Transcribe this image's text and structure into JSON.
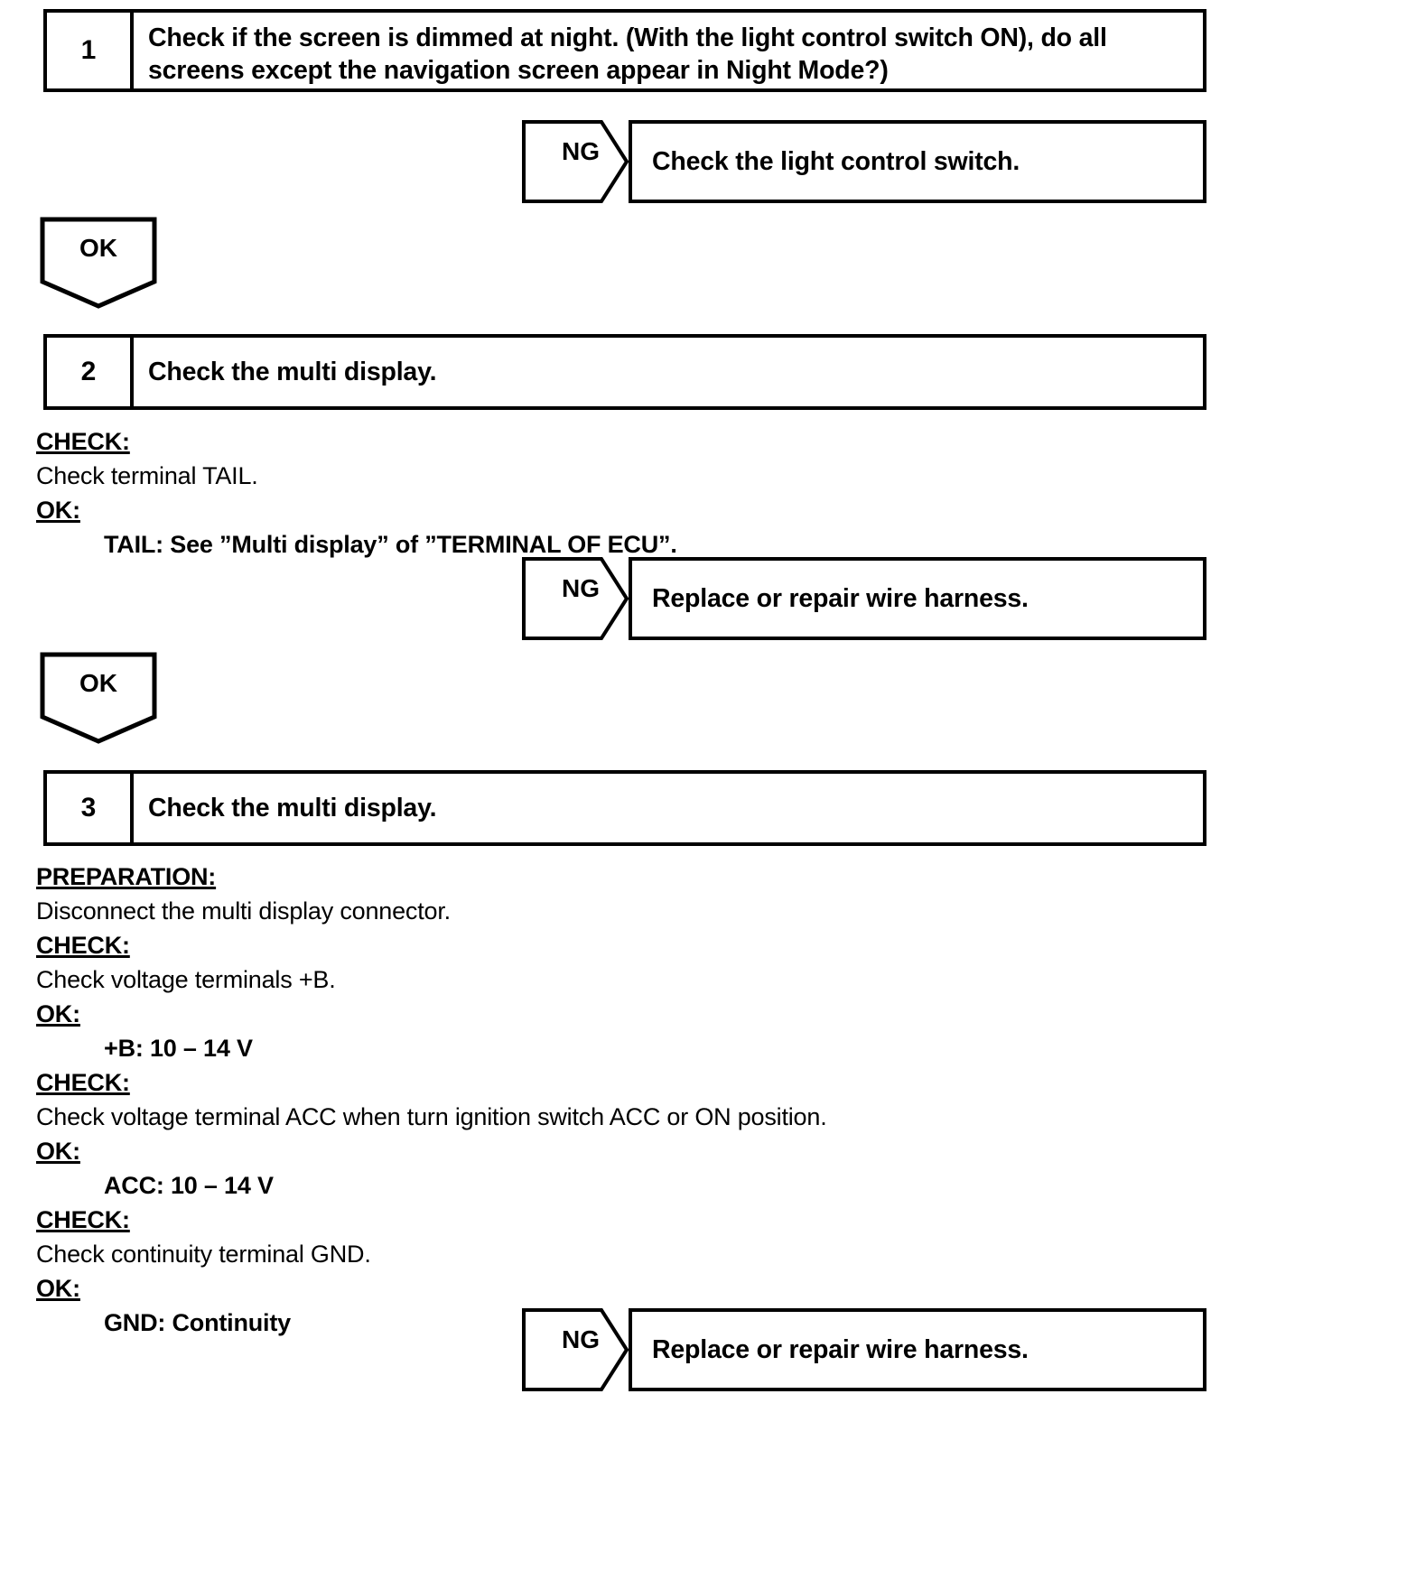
{
  "document": {
    "type": "troubleshooting-flowchart",
    "title": "Multi display troubleshooting flow"
  },
  "steps": [
    {
      "number": "1",
      "text": "Check if the screen is dimmed at night. (With the light control switch ON), do all screens except the navigation screen appear in Night Mode?)"
    },
    {
      "number": "2",
      "text": "Check the multi display."
    },
    {
      "number": "3",
      "text": "Check the multi display."
    }
  ],
  "branches": [
    {
      "label": "NG",
      "result": "Check the light control switch."
    },
    {
      "label": "NG",
      "result": "Replace or repair wire harness."
    },
    {
      "label": "NG",
      "result": "Replace or repair wire harness."
    }
  ],
  "ok_connectors": [
    {
      "label": "OK"
    },
    {
      "label": "OK"
    }
  ],
  "detail_blocks": [
    {
      "id": "step2-details",
      "lines": [
        {
          "style": "head",
          "text": "CHECK:"
        },
        {
          "style": "plain",
          "text": "Check terminal TAIL."
        },
        {
          "style": "head",
          "text": "OK:"
        },
        {
          "style": "spec",
          "text": "TAIL: See ”Multi display” of ”TERMINAL OF ECU”."
        }
      ]
    },
    {
      "id": "step3-details",
      "lines": [
        {
          "style": "head",
          "text": "PREPARATION:"
        },
        {
          "style": "plain",
          "text": "Disconnect the multi display connector."
        },
        {
          "style": "head",
          "text": "CHECK:"
        },
        {
          "style": "plain",
          "text": "Check voltage terminals +B."
        },
        {
          "style": "head",
          "text": "OK:"
        },
        {
          "style": "spec",
          "text": "+B: 10 – 14 V"
        },
        {
          "style": "head",
          "text": "CHECK:"
        },
        {
          "style": "plain",
          "text": "Check voltage terminal ACC when turn ignition switch ACC or ON position."
        },
        {
          "style": "head",
          "text": "OK:"
        },
        {
          "style": "spec",
          "text": "ACC: 10 – 14 V"
        },
        {
          "style": "head",
          "text": "CHECK:"
        },
        {
          "style": "plain",
          "text": "Check continuity terminal GND."
        },
        {
          "style": "head",
          "text": "OK:"
        },
        {
          "style": "spec",
          "text": "GND: Continuity"
        }
      ]
    }
  ],
  "colors": {
    "ink": "#000000",
    "paper": "#ffffff"
  }
}
